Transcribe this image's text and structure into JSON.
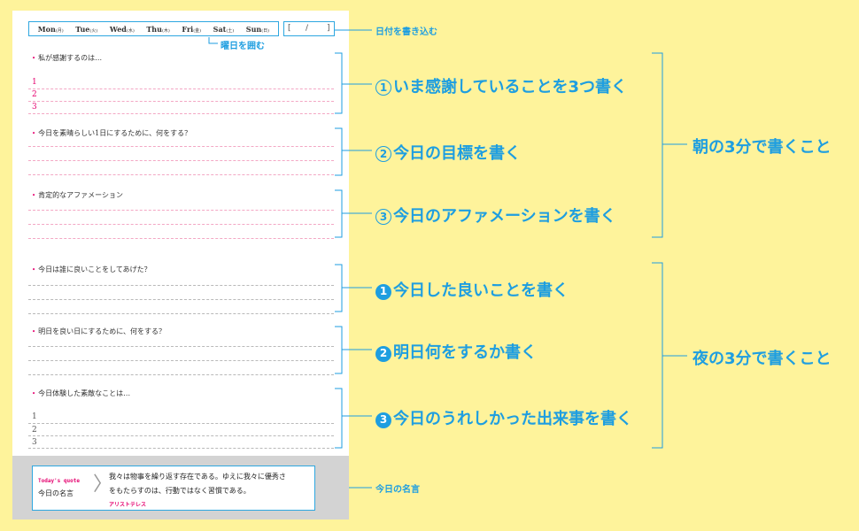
{
  "header": {
    "days": [
      {
        "en": "Mon",
        "kanji": "(月)"
      },
      {
        "en": "Tue",
        "kanji": "(火)"
      },
      {
        "en": "Wed",
        "kanji": "(水)"
      },
      {
        "en": "Thu",
        "kanji": "(木)"
      },
      {
        "en": "Fri",
        "kanji": "(金)"
      },
      {
        "en": "Sat",
        "kanji": "(土)"
      },
      {
        "en": "Sun",
        "kanji": "(日)"
      }
    ],
    "date_open": "[",
    "date_slash": "/",
    "date_close": "]"
  },
  "sections": [
    {
      "title": "私が感謝するのは…",
      "numbers": [
        "1",
        "2",
        "3"
      ]
    },
    {
      "title": "今日を素晴らしい1日にするために、何をする？"
    },
    {
      "title": "肯定的なアファメーション"
    },
    {
      "title": "今日は誰に良いことをしてあげた？"
    },
    {
      "title": "明日を良い日にするために、何をする？"
    },
    {
      "title": "今日体験した素敵なことは…",
      "numbers": [
        "1",
        "2",
        "3"
      ]
    }
  ],
  "quote": {
    "label_en": "Today's quote",
    "label_ja": "今日の名言",
    "line1": "我々は物事を繰り返す存在である。ゆえに我々に優秀さ",
    "line2": "をもたらすのは、行動ではなく習慣である。",
    "author": "アリストテレス"
  },
  "annotations": {
    "date": "日付を書き込む",
    "weekday": "曜日を囲む",
    "item1": {
      "mark": "1",
      "text": "いま感謝していることを3つ書く"
    },
    "item2": {
      "mark": "2",
      "text": "今日の目標を書く"
    },
    "item3": {
      "mark": "3",
      "text": "今日のアファメーションを書く"
    },
    "item4": {
      "mark": "1",
      "text": "今日した良いことを書く"
    },
    "item5": {
      "mark": "2",
      "text": "明日何をするか書く"
    },
    "item6": {
      "mark": "3",
      "text": "今日のうれしかった出来事を書く"
    },
    "morning": "朝の3分で書くこと",
    "night": "夜の3分で書くこと",
    "quote": "今日の名言"
  },
  "colors": {
    "accent": "#1e9ee0",
    "pink": "#e5006e",
    "background": "#fef39b"
  }
}
